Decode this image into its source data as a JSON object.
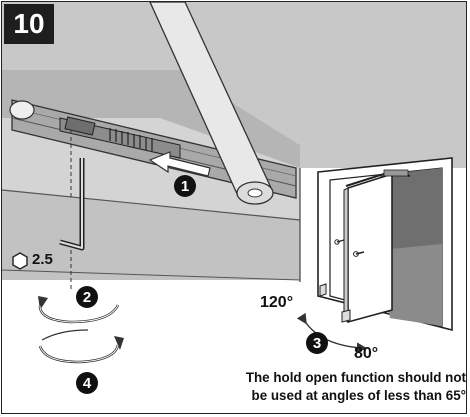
{
  "step": {
    "number": "10"
  },
  "callouts": {
    "one": "1",
    "two": "2",
    "three": "3",
    "four": "4"
  },
  "labels": {
    "hex_key_size": "2.5",
    "angle_open": "120°",
    "angle_hold": "80°"
  },
  "note": {
    "line1": "The hold open function should not",
    "line2": "be used at angles of less than 65°"
  }
}
